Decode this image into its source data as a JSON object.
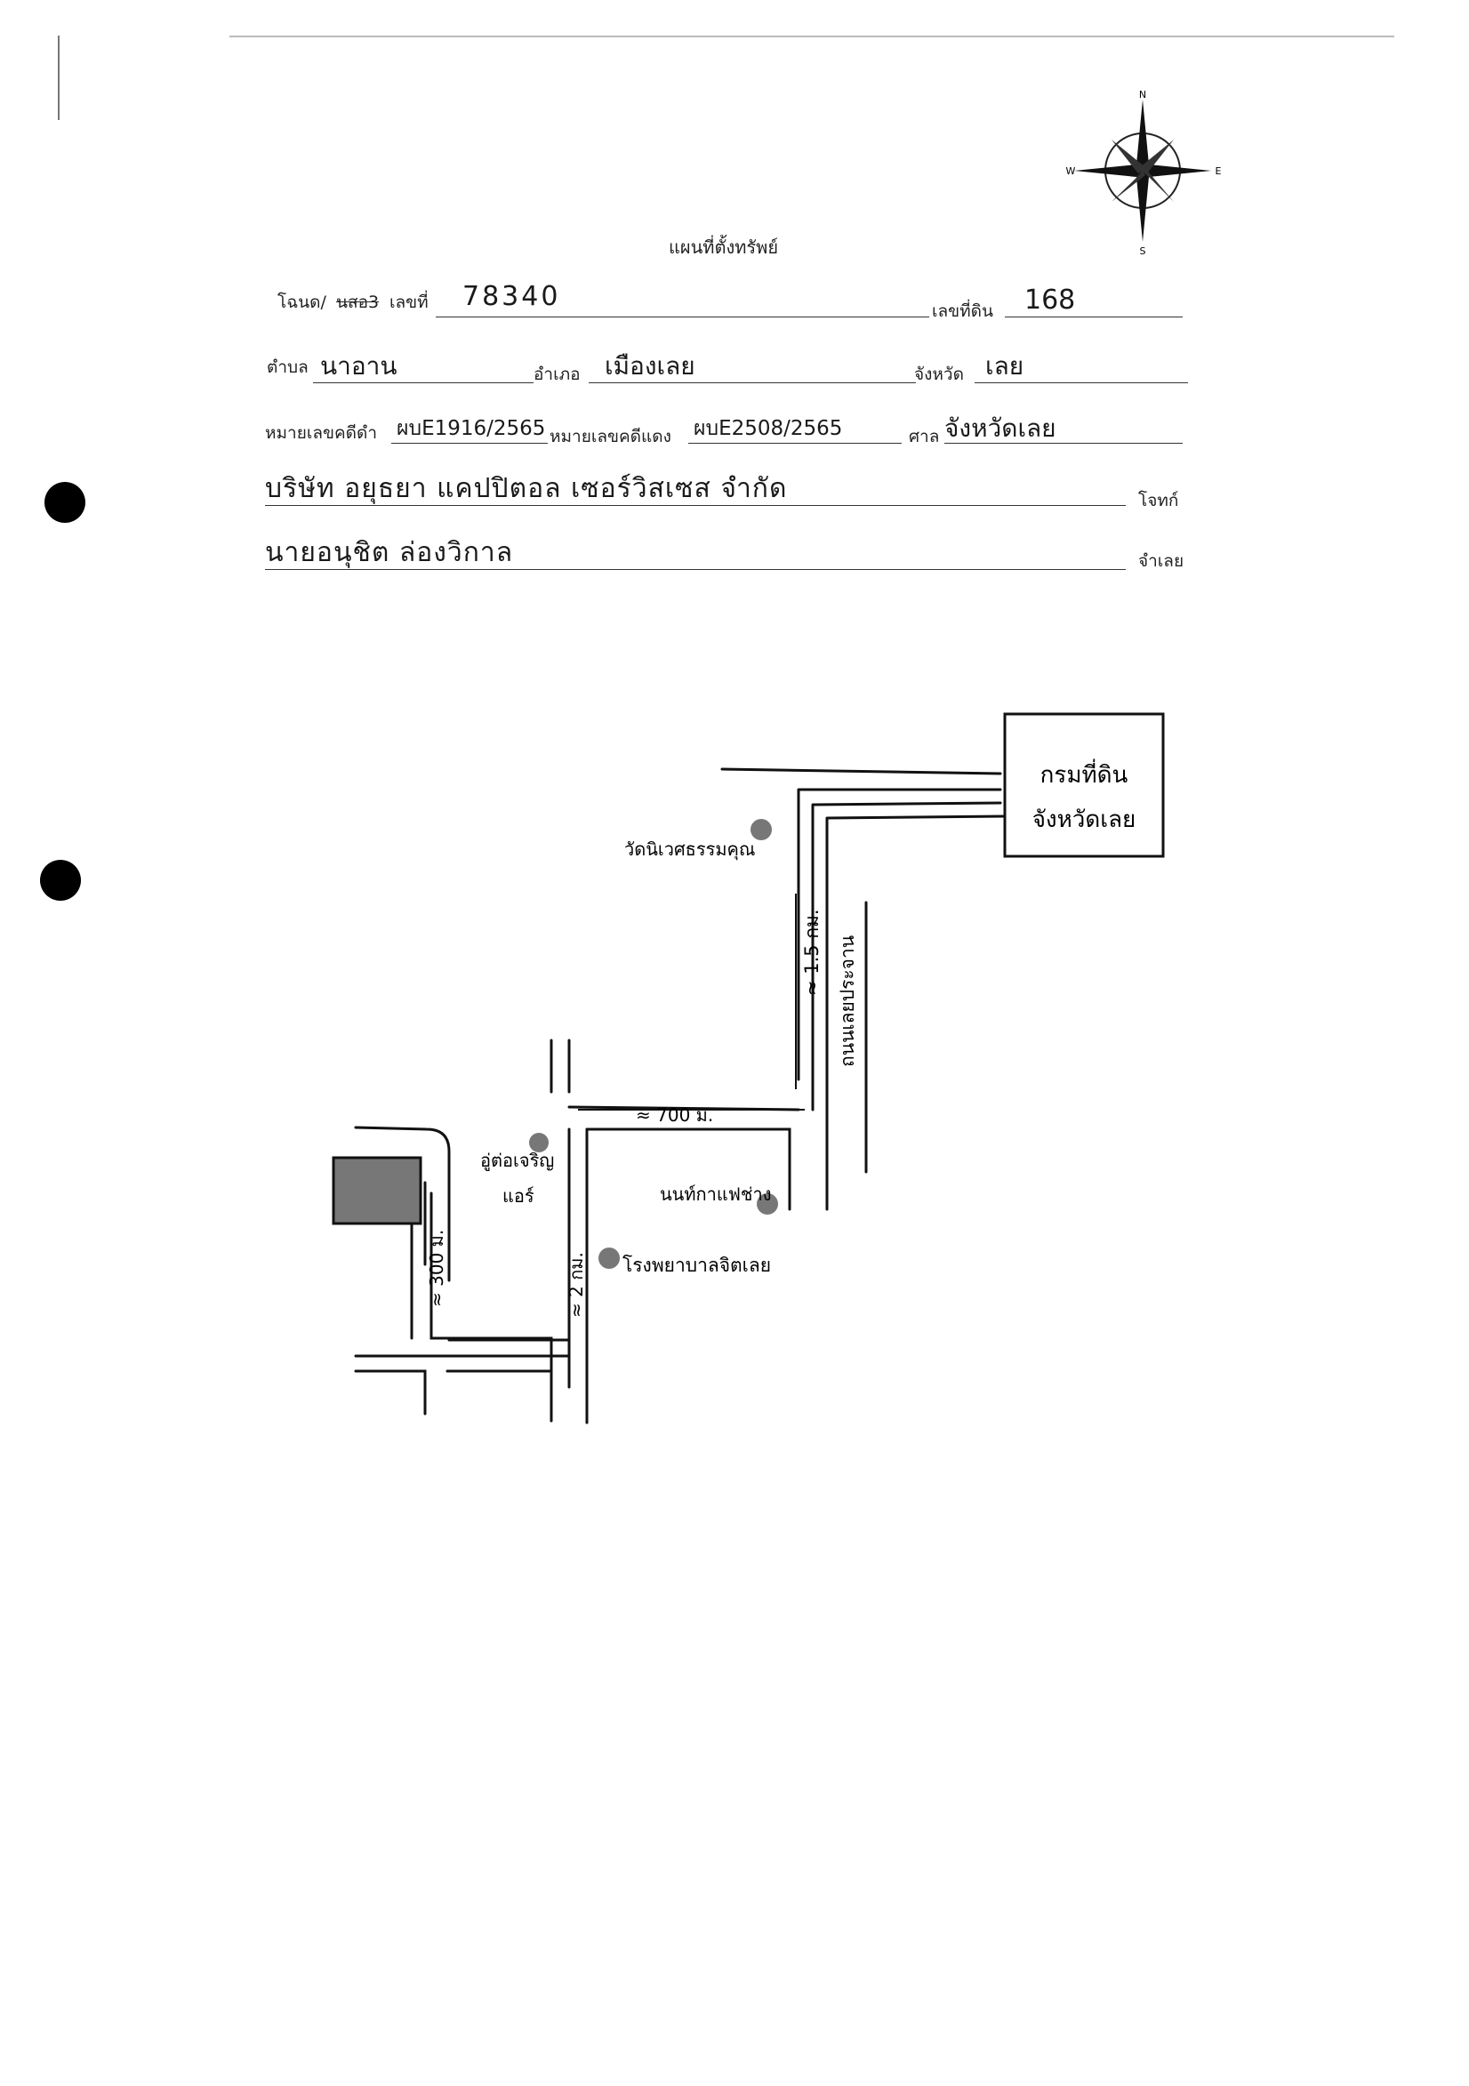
{
  "document": {
    "title": "แผนที่ตั้งทรัพย์",
    "compass": {
      "n": "N",
      "s": "S",
      "e": "E",
      "w": "W"
    },
    "deed": {
      "label_type": "โฉนด/",
      "label_type_struck": "นสอ3",
      "label_no": "เลขที่",
      "number": "78340",
      "label_land_no": "เลขที่ดิน",
      "land_no": "168"
    },
    "location": {
      "label_tambon": "ตำบล",
      "tambon": "นาอาน",
      "label_amphoe": "อำเภอ",
      "amphoe": "เมืองเลย",
      "label_province": "จังหวัด",
      "province": "เลย"
    },
    "case": {
      "label_black": "หมายเลขคดีดำ",
      "black_no": "ผบE1916/2565",
      "label_red": "หมายเลขคดีแดง",
      "red_no": "ผบE2508/2565",
      "label_court": "ศาล",
      "court": "จังหวัดเลย"
    },
    "plaintiff": {
      "name": "บริษัท อยุธยา แคปปิตอล เซอร์วิสเซส จำกัด",
      "label": "โจทก์"
    },
    "defendant": {
      "name": "นายอนุชิต ล่องวิกาล",
      "label": "จำเลย"
    }
  },
  "map": {
    "landmarks": {
      "land_office": [
        "กรมที่ดิน",
        "จังหวัดเลย"
      ],
      "temple": "วัดนิเวศธรรมคุณ",
      "shop": [
        "อู่ต่อเจริญ",
        "แอร์"
      ],
      "school": "นนท์กาแฟช่าง",
      "hospital": "โรงพยาบาลจิตเลย"
    },
    "road_name": "ถนนเลยประจาน",
    "distances": {
      "main_road": "≈ 1.5 กม.",
      "cross_road": "≈ 700 ม.",
      "side_road": "≈ 2 กม.",
      "lane": "≈ 300 ม."
    }
  }
}
